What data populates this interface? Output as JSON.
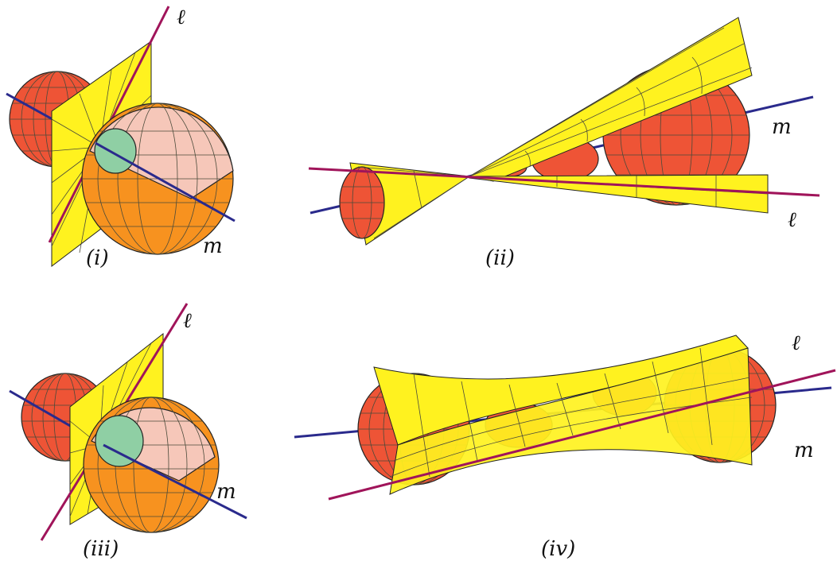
{
  "panels": [
    {
      "caption": "(i)",
      "line_l_label": "ℓ",
      "line_m_label": "m"
    },
    {
      "caption": "(ii)",
      "line_l_label": "ℓ",
      "line_m_label": "m"
    },
    {
      "caption": "(iii)",
      "line_l_label": "ℓ",
      "line_m_label": "m"
    },
    {
      "caption": "(iv)",
      "line_l_label": "ℓ",
      "line_m_label": "m"
    }
  ],
  "colors": {
    "sphere_red": "#ee5436",
    "sphere_orange": "#f7921f",
    "sphere_pink": "#f6c7b9",
    "sphere_green": "#8fcfa4",
    "surface_yellow": "#fff21f",
    "line_l": "#a0145a",
    "line_m": "#2a2a8c",
    "mesh": "#4a4a3a"
  }
}
